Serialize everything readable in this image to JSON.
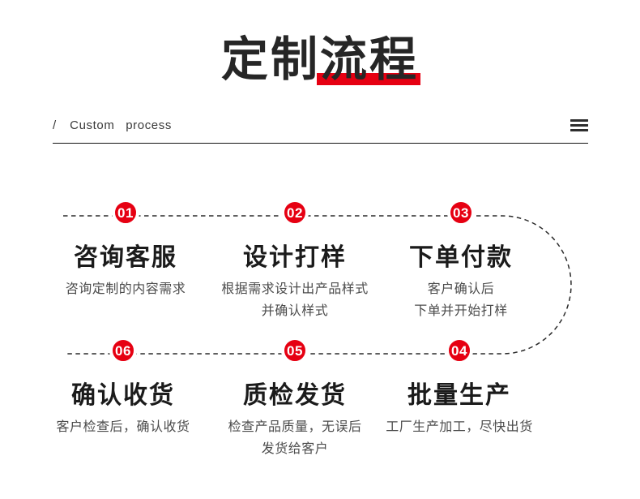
{
  "header": {
    "title_plain": "定制",
    "title_highlight": "流程",
    "subtitle_slash": "/",
    "subtitle": "Custom process"
  },
  "icons": {
    "hamburger_menu": "three-horizontal-bars (css shape)"
  },
  "colors": {
    "accent_red": "#e60012",
    "title_ink": "#262626",
    "step_title_ink": "#1b1b1b",
    "desc_gray": "#4c4c4c"
  },
  "steps": [
    {
      "number": "01",
      "title": "咨询客服",
      "desc": [
        "咨询定制的内容需求"
      ]
    },
    {
      "number": "02",
      "title": "设计打样",
      "desc": [
        "根据需求设计出产品样式",
        "并确认样式"
      ]
    },
    {
      "number": "03",
      "title": "下单付款",
      "desc": [
        "客户确认后",
        "下单并开始打样"
      ]
    },
    {
      "number": "04",
      "title": "批量生产",
      "desc": [
        "工厂生产加工，尽快出货"
      ]
    },
    {
      "number": "05",
      "title": "质检发货",
      "desc": [
        "检查产品质量，无误后",
        "发货给客户"
      ]
    },
    {
      "number": "06",
      "title": "确认收货",
      "desc": [
        "客户检查后，确认收货"
      ]
    }
  ]
}
